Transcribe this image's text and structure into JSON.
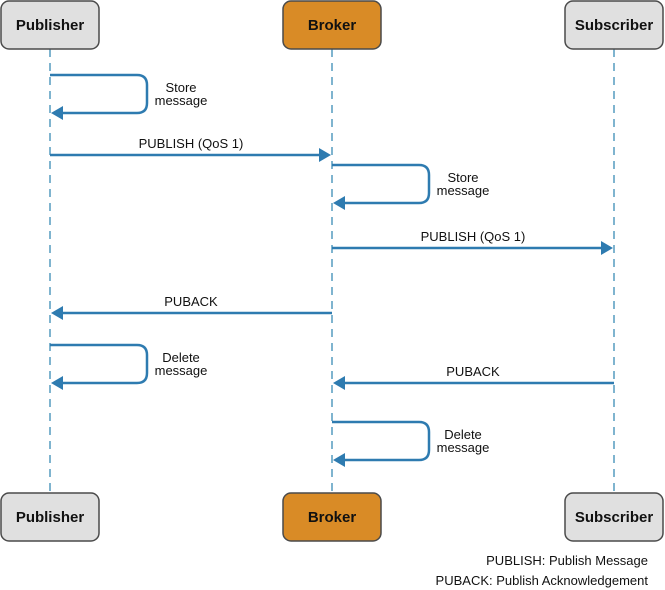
{
  "participants": [
    {
      "id": "publisher",
      "label": "Publisher",
      "color": "#e0e0e0"
    },
    {
      "id": "broker",
      "label": "Broker",
      "color": "#d98b26"
    },
    {
      "id": "subscriber",
      "label": "Subscriber",
      "color": "#e0e0e0"
    }
  ],
  "colors": {
    "arrow": "#2e7bb0",
    "lifeline": "#7fb4cf",
    "box_border": "#4a4a4a"
  },
  "messages": [
    {
      "type": "self",
      "at": "publisher",
      "label_lines": [
        "Store",
        "message"
      ]
    },
    {
      "type": "arrow",
      "from": "publisher",
      "to": "broker",
      "label": "PUBLISH (QoS 1)"
    },
    {
      "type": "self",
      "at": "broker",
      "label_lines": [
        "Store",
        "message"
      ]
    },
    {
      "type": "arrow",
      "from": "broker",
      "to": "subscriber",
      "label": "PUBLISH (QoS 1)"
    },
    {
      "type": "arrow",
      "from": "broker",
      "to": "publisher",
      "label": "PUBACK"
    },
    {
      "type": "self",
      "at": "publisher",
      "label_lines": [
        "Delete",
        "message"
      ]
    },
    {
      "type": "arrow",
      "from": "subscriber",
      "to": "broker",
      "label": "PUBACK"
    },
    {
      "type": "self",
      "at": "broker",
      "label_lines": [
        "Delete",
        "message"
      ]
    }
  ],
  "legend": {
    "publish": "PUBLISH: Publish Message",
    "puback": "PUBACK: Publish Acknowledgement"
  }
}
